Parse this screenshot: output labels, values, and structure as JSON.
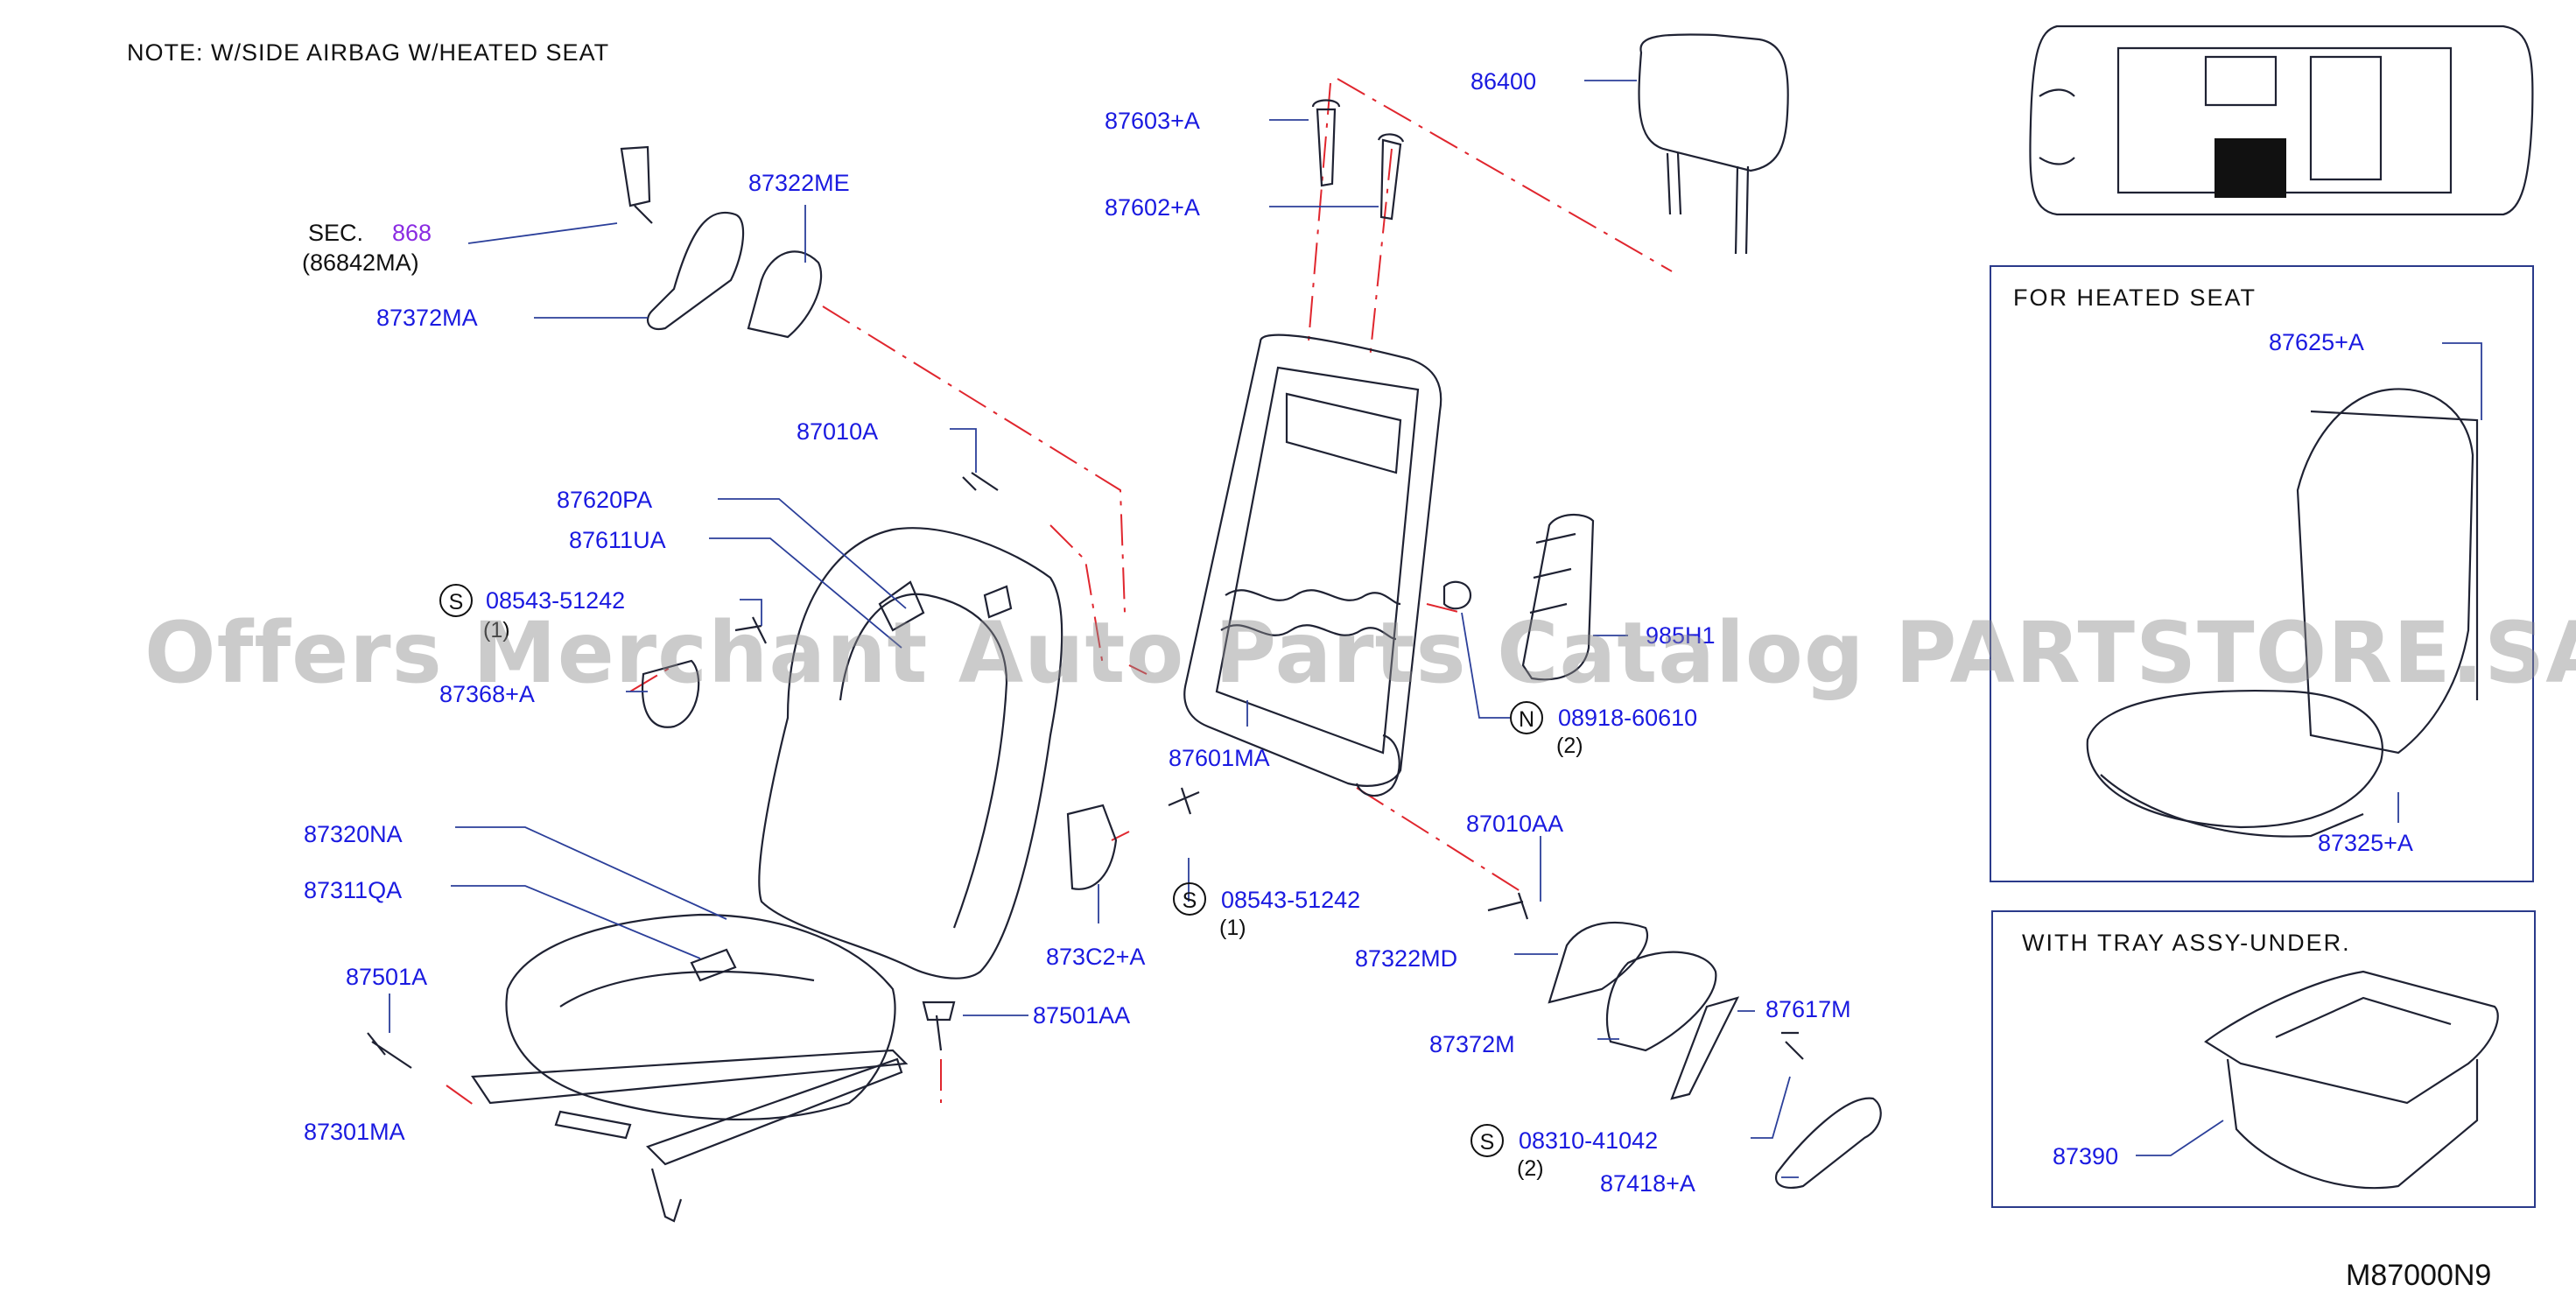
{
  "note": "NOTE:   W/SIDE   AIRBAG   W/HEATED   SEAT",
  "diagram_code": "M87000N9",
  "watermark": "Offers Merchant Auto Parts Catalog PARTSTORE.SA",
  "labels": {
    "p86400": "86400",
    "p87603": "87603+A",
    "p87602": "87602+A",
    "sec": "SEC.",
    "sec_num": "868",
    "sec_sub": "(86842MA)",
    "p87322ME": "87322ME",
    "p87372MA": "87372MA",
    "p87010A": "87010A",
    "p87620PA": "87620PA",
    "p87611UA": "87611UA",
    "bolt1": "08543-51242",
    "bolt1_qty": "(1)",
    "p87368": "87368+A",
    "p985H1": "985H1",
    "nut": "08918-60610",
    "nut_qty": "(2)",
    "p87601MA": "87601MA",
    "p87010AA": "87010AA",
    "bolt2": "08543-51242",
    "bolt2_qty": "(1)",
    "p87320NA": "87320NA",
    "p87311QA": "87311QA",
    "p873C2": "873C2+A",
    "p87322MD": "87322MD",
    "p87501A": "87501A",
    "p87501AA": "87501AA",
    "p87617M": "87617M",
    "p87372M": "87372M",
    "bolt3": "08310-41042",
    "bolt3_qty": "(2)",
    "p87301MA": "87301MA",
    "p87418": "87418+A"
  },
  "badges": {
    "s": "S",
    "n": "N"
  },
  "heated_box": {
    "title": "FOR   HEATED   SEAT",
    "p87625": "87625+A",
    "p87325": "87325+A"
  },
  "tray_box": {
    "title": "WITH   TRAY   ASSY-UNDER.",
    "p87390": "87390"
  }
}
